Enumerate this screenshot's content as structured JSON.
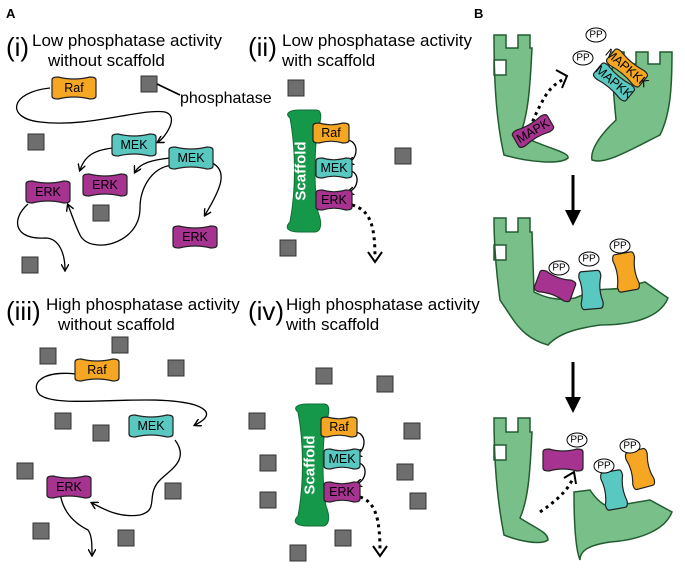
{
  "panel_letters": {
    "a": "A",
    "b": "B"
  },
  "panels": [
    {
      "roman": "(i)",
      "line1": "Low phosphatase activity",
      "line2": "without scaffold"
    },
    {
      "roman": "(ii)",
      "line1": "Low phosphatase activity",
      "line2": "with scaffold"
    },
    {
      "roman": "(iii)",
      "line1": "High phosphatase activity",
      "line2": "without scaffold"
    },
    {
      "roman": "(iv)",
      "line1": "High phosphatase activity",
      "line2": "with scaffold"
    }
  ],
  "labels": {
    "phosphatase": "phosphatase",
    "raf": "Raf",
    "mek": "MEK",
    "erk": "ERK",
    "scaffold": "Scaffold",
    "mapk": "MAPK",
    "mapkk": "MAPKK",
    "mapkkk": "MAPKKK",
    "pp": "PP"
  },
  "colors": {
    "raf": "#f5a623",
    "mek": "#58c8c0",
    "erk": "#a6338f",
    "scaffold": "#16984a",
    "scaffold_b": "#79bf89",
    "phosphatase": "#6e6e6e"
  }
}
